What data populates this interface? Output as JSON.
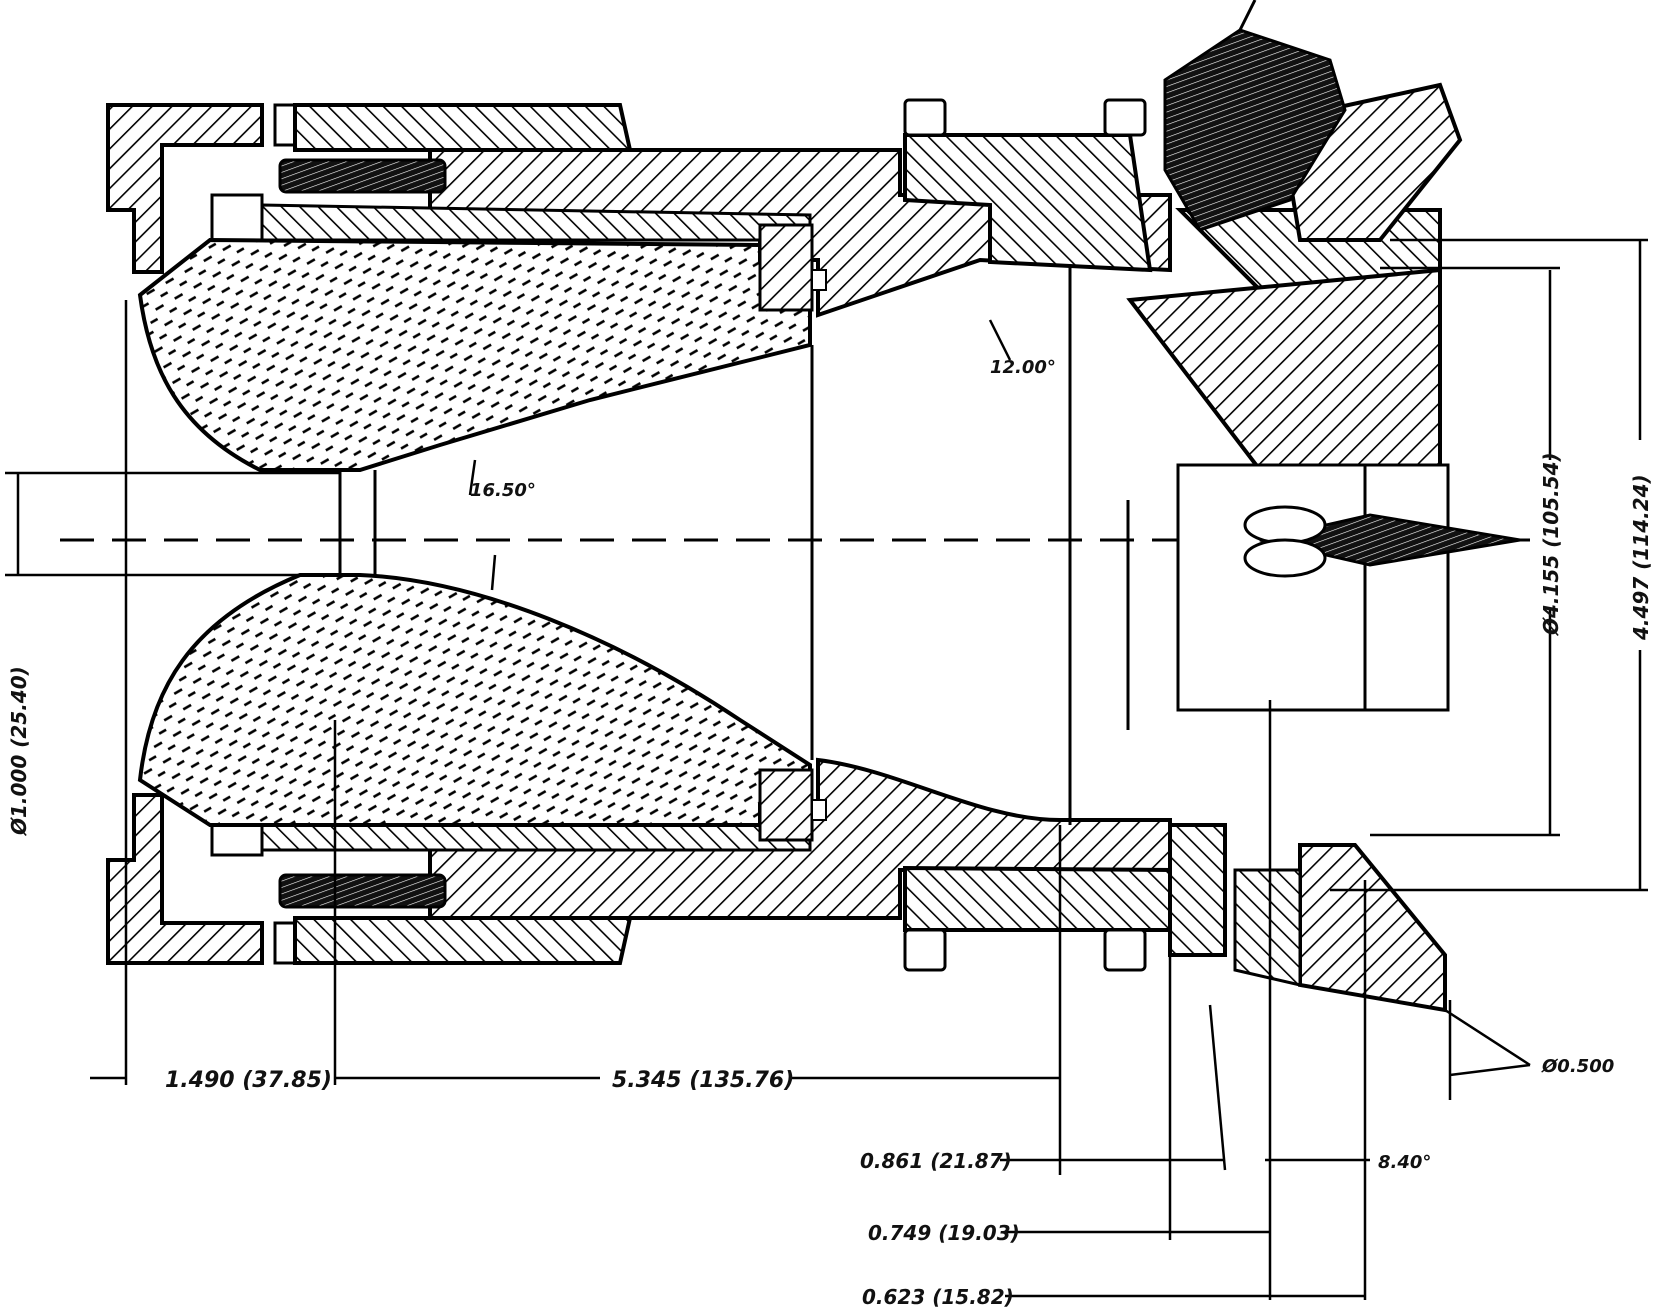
{
  "colors": {
    "ink": "#000000",
    "paper": "#ffffff"
  },
  "dimensions": {
    "d_1_490": "1.490  (37.85)",
    "d_5_345": "5.345  (135.76)",
    "d_0_861": "0.861  (21.87)",
    "d_0_749": "0.749  (19.03)",
    "d_0_623": "0.623  (15.82)",
    "d_4_497": "4.497  (114.24)",
    "d_4_155": "Ø4.155  (105.54)",
    "d_1_000": "Ø1.000  (25.40)",
    "a_12_00": "12.00°",
    "a_16_50": "16.50°",
    "a_0_500": "Ø0.500",
    "a_8_40": "8.40°"
  }
}
